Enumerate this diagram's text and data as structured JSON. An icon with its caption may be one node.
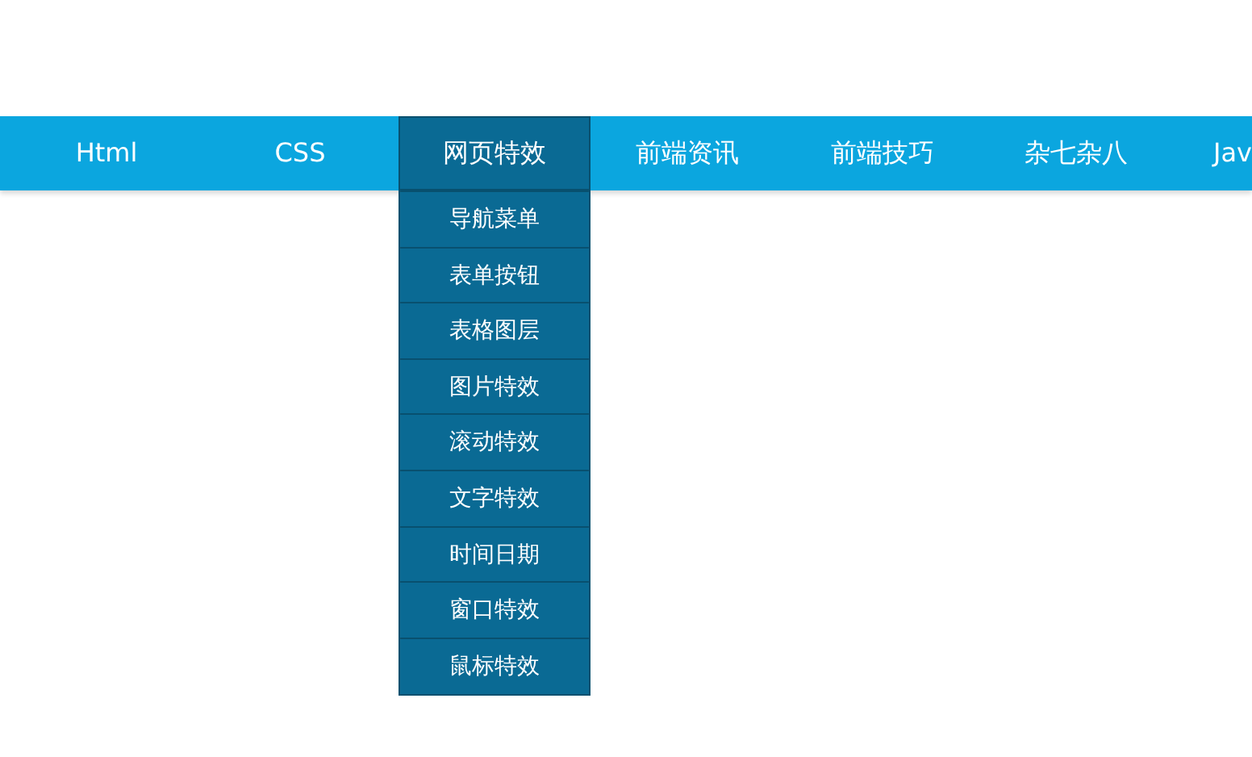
{
  "diagram": {
    "nodes": [
      {
        "text": [
          "Html"
        ]
      },
      {
        "text": [
          "CSS"
        ]
      },
      {
        "text": [
          "网页特效"
        ]
      },
      {
        "text": [
          "前端资讯"
        ]
      },
      {
        "text": [
          "前端技巧"
        ]
      },
      {
        "text": [
          "杂七杂八"
        ]
      },
      {
        "text": [
          "Jav"
        ]
      },
      {
        "text": [
          "导航菜单"
        ]
      },
      {
        "text": [
          "表单按钮"
        ]
      },
      {
        "text": [
          "表格图层"
        ]
      },
      {
        "text": [
          "图片特效"
        ]
      },
      {
        "text": [
          "滚动特效"
        ]
      },
      {
        "text": [
          "文字特效"
        ]
      },
      {
        "text": [
          "时间日期"
        ]
      },
      {
        "text": [
          "窗口特效"
        ]
      },
      {
        "text": [
          "鼠标特效"
        ]
      }
    ]
  }
}
